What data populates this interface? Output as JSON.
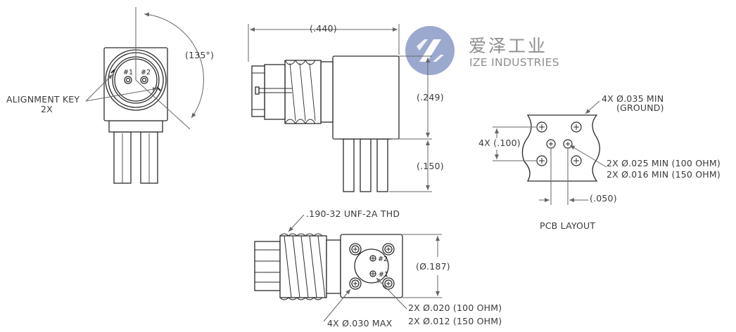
{
  "logo": {
    "chinese_name": "爱泽工业",
    "english_name": "IZE INDUSTRIES",
    "accent_color": "#9ca9ce"
  },
  "front_view": {
    "alignment_key_label": "ALIGNMENT KEY",
    "alignment_key_count": "2X",
    "angle_label": "(135°)",
    "pin1_label": "#1",
    "pin2_label": "#2"
  },
  "side_view": {
    "length_label": "(.440)",
    "height_label": "(.249)",
    "leg_label": "(.150)"
  },
  "pcb_layout": {
    "title": "PCB LAYOUT",
    "ground_hole_label": "4X Ø.035 MIN",
    "ground_hole_note": "(GROUND)",
    "pitch_label": "4X (.100)",
    "signal_hole_100": "2X Ø.025 MIN (100 OHM)",
    "signal_hole_150": "2X Ø.016 MIN (150 OHM)",
    "offset_label": "(.050)"
  },
  "bottom_view": {
    "thread_label": ".190-32 UNF-2A THD",
    "diameter_label": "(Ø.187)",
    "ground_pin_label": "4X Ø.030 MAX",
    "signal_pin_100": "2X Ø.020 (100 OHM)",
    "signal_pin_150": "2X Ø.012 (150 OHM)",
    "pin2_label": "#2",
    "pin1_label": "#1"
  },
  "colors": {
    "line": "#2b2b2b",
    "dimension": "#666666",
    "text": "#3a3a3a",
    "fill": "#ffffff",
    "shade": "#9a9a9a"
  }
}
